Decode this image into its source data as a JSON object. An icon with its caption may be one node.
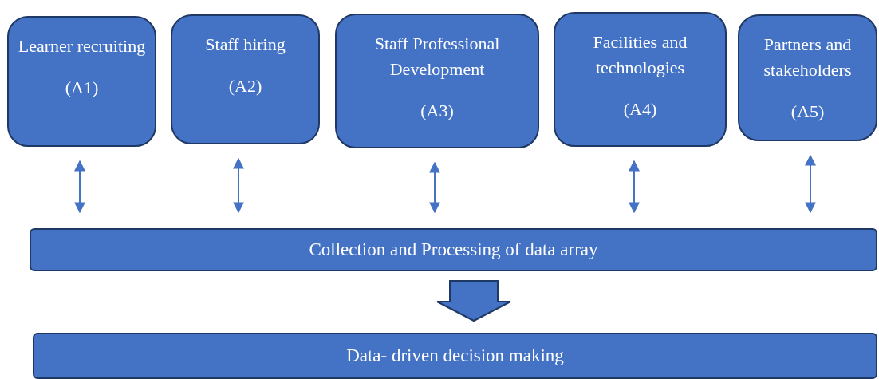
{
  "diagram": {
    "nodes": [
      {
        "text": [
          "Learner recruiting",
          "(A1)"
        ]
      },
      {
        "text": [
          "Staff hiring",
          "(A2)"
        ]
      },
      {
        "text": [
          "Staff Professional Development",
          "(A3)"
        ]
      },
      {
        "text": [
          "Facilities and technologies",
          "(A4)"
        ]
      },
      {
        "text": [
          "Partners and stakeholders",
          "(A5)"
        ]
      },
      {
        "text": [
          "Collection and Processing of data array"
        ]
      },
      {
        "text": [
          "Data- driven decision making"
        ]
      }
    ],
    "edges": [
      {
        "from": 0,
        "to": 5,
        "arrow": "both"
      },
      {
        "from": 1,
        "to": 5,
        "arrow": "both"
      },
      {
        "from": 2,
        "to": 5,
        "arrow": "both"
      },
      {
        "from": 3,
        "to": 5,
        "arrow": "both"
      },
      {
        "from": 4,
        "to": 5,
        "arrow": "both"
      },
      {
        "from": 5,
        "to": 6,
        "arrow": "to",
        "style": "thick"
      }
    ]
  }
}
